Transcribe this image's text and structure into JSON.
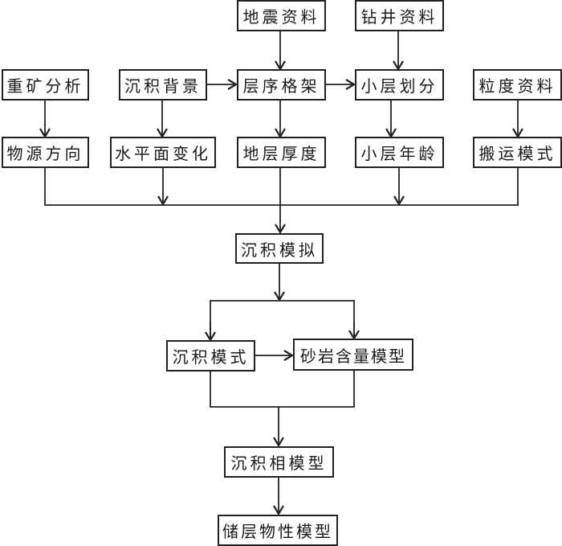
{
  "title": "沉积模拟与储层建模流程",
  "colors": {
    "line": "#222222",
    "box_border": "#222222",
    "text": "#1a1a1a",
    "background": "#ffffff"
  },
  "nodes": {
    "seismic": "地震资料",
    "drilling": "钻井资料",
    "heavy_mineral": "重矿分析",
    "sedimentary_background": "沉积背景",
    "sequence_framework": "层序格架",
    "sublayer_division": "小层划分",
    "grain_size": "粒度资料",
    "provenance_direction": "物源方向",
    "sea_level_change": "水平面变化",
    "stratum_thickness": "地层厚度",
    "sublayer_age": "小层年龄",
    "transport_mode": "搬运模式",
    "sedimentary_simulation": "沉积模拟",
    "sedimentary_mode": "沉积模式",
    "sandstone_content_model": "砂岩含量模型",
    "sedimentary_facies_model": "沉积相模型",
    "reservoir_property_model": "储层物性模型"
  },
  "edges": [
    {
      "from": "seismic",
      "to": "sequence_framework"
    },
    {
      "from": "drilling",
      "to": "sublayer_division"
    },
    {
      "from": "sedimentary_background",
      "to": "sequence_framework"
    },
    {
      "from": "sequence_framework",
      "to": "sublayer_division"
    },
    {
      "from": "heavy_mineral",
      "to": "provenance_direction"
    },
    {
      "from": "sedimentary_background",
      "to": "sea_level_change"
    },
    {
      "from": "sequence_framework",
      "to": "stratum_thickness"
    },
    {
      "from": "sublayer_division",
      "to": "sublayer_age"
    },
    {
      "from": "grain_size",
      "to": "transport_mode"
    },
    {
      "from": [
        "provenance_direction",
        "sea_level_change",
        "stratum_thickness",
        "sublayer_age",
        "transport_mode"
      ],
      "to": "sedimentary_simulation"
    },
    {
      "from": "sedimentary_simulation",
      "to": [
        "sedimentary_mode",
        "sandstone_content_model"
      ]
    },
    {
      "from": "sedimentary_mode",
      "to": "sandstone_content_model"
    },
    {
      "from": [
        "sedimentary_mode",
        "sandstone_content_model"
      ],
      "to": "sedimentary_facies_model"
    },
    {
      "from": "sedimentary_facies_model",
      "to": "reservoir_property_model"
    }
  ]
}
